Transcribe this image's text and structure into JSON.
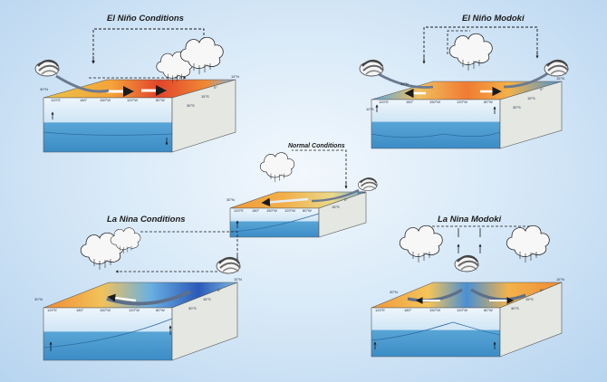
{
  "panels": {
    "el_nino": {
      "title": "El Niño Conditions",
      "lon_ticks": [
        "120°E",
        "180°",
        "150°W",
        "120°W",
        "80°W"
      ],
      "lat_ticks": [
        "15°N",
        "0°",
        "15°S",
        "30°S"
      ],
      "left_lat_ticks": [
        "30°N"
      ]
    },
    "el_nino_modoki": {
      "title": "El Niño Modoki",
      "lon_ticks": [
        "120°E",
        "180°",
        "150°W",
        "120°W",
        "80°W"
      ],
      "lat_ticks": [
        "15°N",
        "0°",
        "15°S",
        "30°S"
      ],
      "left_lat_ticks": [
        "30°N",
        "10°S"
      ]
    },
    "normal": {
      "title": "Normal Conditions",
      "lon_ticks": [
        "120°E",
        "180°",
        "150°W",
        "120°W",
        "80°W"
      ],
      "lat_ticks": [
        "15°N",
        "0°",
        "15°S"
      ],
      "left_lat_ticks": [
        "30°N"
      ]
    },
    "la_nina": {
      "title": "La Nina Conditions",
      "lon_ticks": [
        "120°E",
        "180°",
        "150°W",
        "120°W",
        "80°W"
      ],
      "lat_ticks": [
        "15°N",
        "0°",
        "15°S",
        "30°S"
      ],
      "left_lat_ticks": [
        "30°N"
      ]
    },
    "la_nina_modoki": {
      "title": "La Nina Modoki",
      "lon_ticks": [
        "120°E",
        "180°",
        "150°W",
        "120°W",
        "80°W"
      ],
      "lat_ticks": [
        "15°N",
        "0°",
        "15°S",
        "30°S"
      ],
      "left_lat_ticks": [
        "30°N"
      ]
    }
  },
  "colors": {
    "background": "#cfe3f5",
    "warm": "#e8532a",
    "warm_light": "#f6a93b",
    "cool": "#3c8fd6",
    "cool_dark": "#1d3f9a",
    "box_side": "#e6e9e4",
    "ocean_deep": "#4f9fd1",
    "ocean_mixed": "#d5e9f7"
  }
}
